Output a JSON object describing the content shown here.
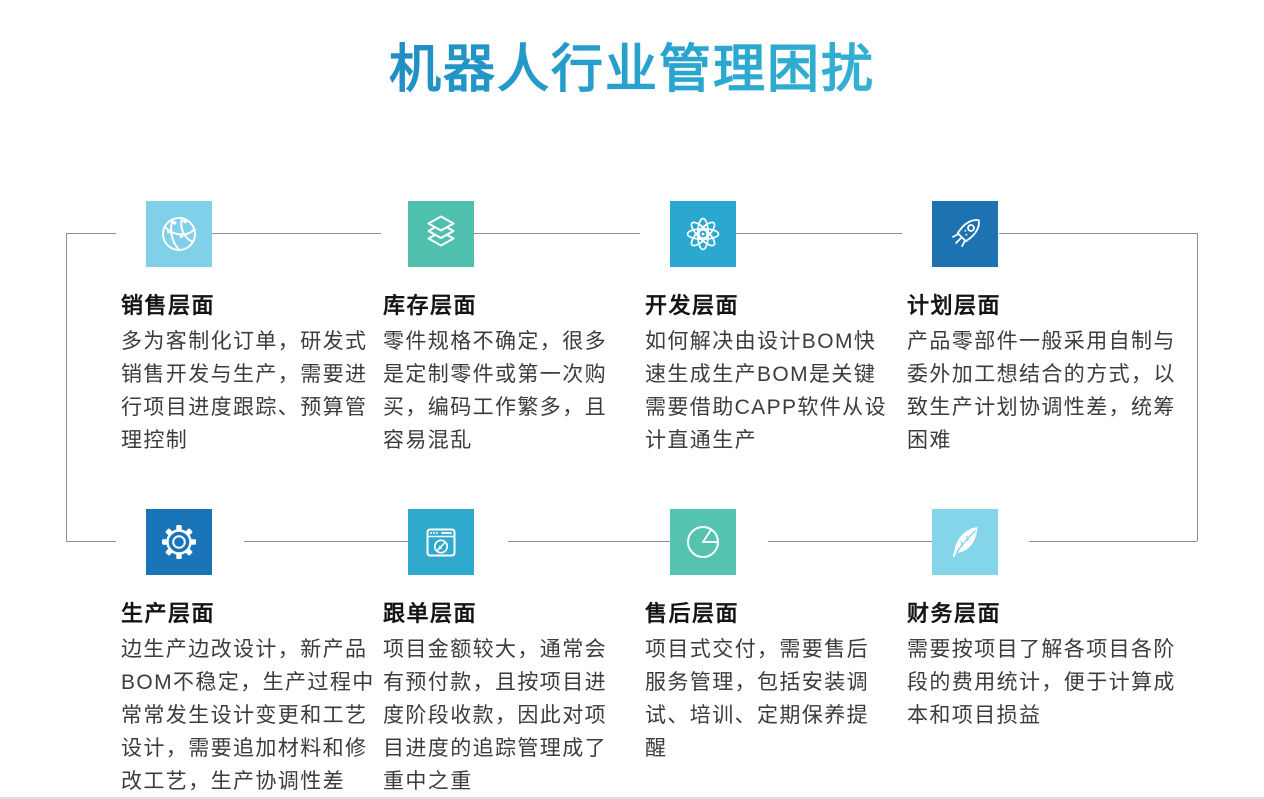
{
  "page": {
    "title": "机器人行业管理困扰"
  },
  "theme": {
    "title_gradient": [
      "#1478b8",
      "#2ba6cf",
      "#45c5d8"
    ],
    "connector_color": "#8f8f8f"
  },
  "items": [
    {
      "id": "sales",
      "icon": "globe-network-icon",
      "icon_bg": "#7fd0e8",
      "title": "销售层面",
      "body": "多为客制化订单，研发式\n销售开发与生产，需要进\n行项目进度跟踪、预算管\n理控制"
    },
    {
      "id": "inventory",
      "icon": "layers-icon",
      "icon_bg": "#4fc0ad",
      "title": "库存层面",
      "body": "零件规格不确定，很多\n是定制零件或第一次购\n买，编码工作繁多，且\n容易混乱"
    },
    {
      "id": "development",
      "icon": "atom-icon",
      "icon_bg": "#2ba8cf",
      "title": "开发层面",
      "body": "如何解决由设计BOM快\n速生成生产BOM是关键\n需要借助CAPP软件从设\n计直通生产"
    },
    {
      "id": "planning",
      "icon": "rocket-icon",
      "icon_bg": "#1d73b2",
      "title": "计划层面",
      "body": "产品零部件一般采用自制与\n委外加工想结合的方式，以\n致生产计划协调性差，统筹\n困难"
    },
    {
      "id": "production",
      "icon": "gear-icon",
      "icon_bg": "#1a74b8",
      "title": "生产层面",
      "body": "边生产边改设计，新产品\nBOM不稳定，生产过程中\n常常发生设计变更和工艺\n设计，需要追加材料和修\n改工艺，生产协调性差"
    },
    {
      "id": "order-tracking",
      "icon": "browser-compass-icon",
      "icon_bg": "#30a9cf",
      "title": "跟单层面",
      "body": "项目金额较大，通常会\n有预付款，且按项目进\n度阶段收款，因此对项\n目进度的追踪管理成了\n重中之重"
    },
    {
      "id": "after-sales",
      "icon": "pie-chart-icon",
      "icon_bg": "#54c3b0",
      "title": "售后层面",
      "body": "项目式交付，需要售后\n服务管理，包括安装调\n试、培训、定期保养提\n醒"
    },
    {
      "id": "finance",
      "icon": "feather-icon",
      "icon_bg": "#84d4ea",
      "title": "财务层面",
      "body": "需要按项目了解各项目各阶\n段的费用统计，便于计算成\n本和项目损益"
    }
  ]
}
